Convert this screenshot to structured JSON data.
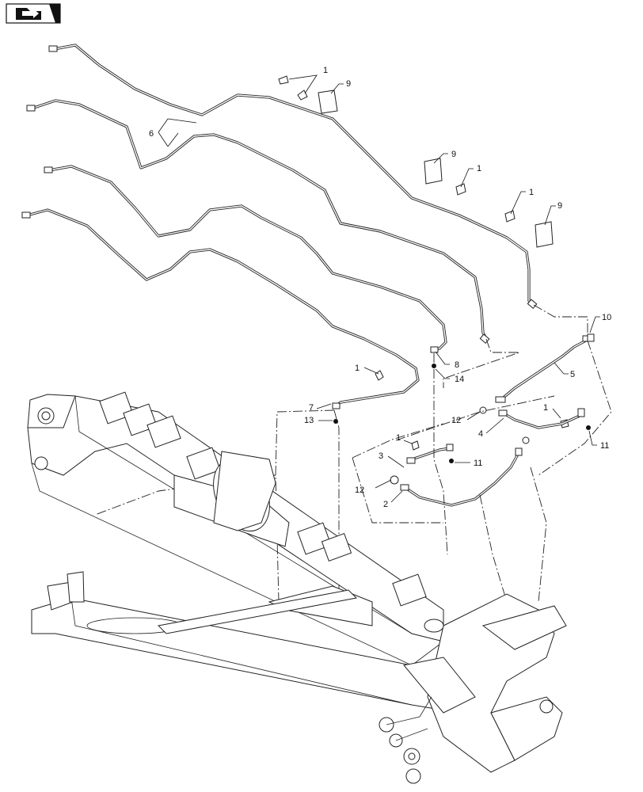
{
  "icons": {
    "nav": "arrow-to-folder-icon"
  },
  "callouts": {
    "c1a": "1",
    "c1b": "1",
    "c1c": "1",
    "c1d": "1",
    "c1e": "1",
    "c1f": "1",
    "c2": "2",
    "c3": "3",
    "c4": "4",
    "c5": "5",
    "c6": "6",
    "c7": "7",
    "c8": "8",
    "c9a": "9",
    "c9b": "9",
    "c9c": "9",
    "c10": "10",
    "c11a": "11",
    "c11b": "11",
    "c12a": "12",
    "c12b": "12",
    "c13": "13",
    "c14": "14"
  }
}
